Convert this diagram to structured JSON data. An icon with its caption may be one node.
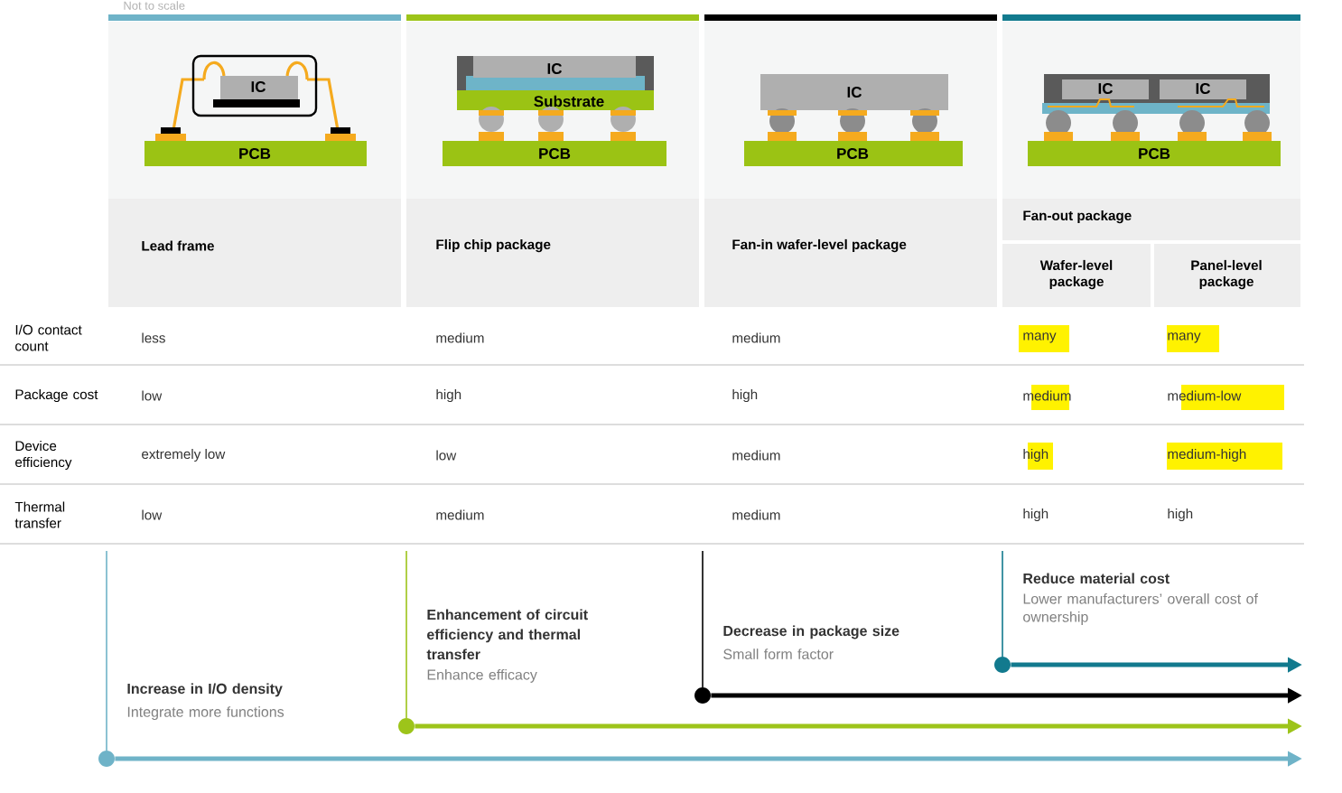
{
  "diagram": {
    "nodes": [
      {
        "text": [],
        "shape": "circle",
        "beside": [
          "**Increase in I/O density**",
          "Integrate more functions"
        ]
      },
      {
        "text": [],
        "shape": "circle",
        "beside": [
          "**Enhancement of circuit efficiency and thermal transfer**",
          "Enhance efficacy"
        ]
      },
      {
        "text": [],
        "shape": "circle",
        "beside": [
          "**Decrease in package size**",
          "Small form factor"
        ]
      },
      {
        "text": [],
        "shape": "circle",
        "beside": [
          "**Reduce material cost**",
          "Lower manufacturers’ overall cost of ownership"
        ]
      }
    ],
    "edges": [
      {
        "from": 0,
        "to": null,
        "arrow": "to",
        "color": "#6fb3c8"
      },
      {
        "from": 1,
        "to": null,
        "arrow": "to",
        "color": "#9dc41a"
      },
      {
        "from": 2,
        "to": null,
        "arrow": "to",
        "color": "#000000"
      },
      {
        "from": 3,
        "to": null,
        "arrow": "to",
        "color": "#127a8e"
      }
    ],
    "labels": [
      "Not to scale",
      "IC",
      "PCB",
      "IC",
      "Substrate",
      "PCB",
      "IC",
      "PCB",
      "IC",
      "IC",
      "PCB",
      "Lead frame",
      "Flip chip package",
      "Fan-in wafer-level package",
      "Fan-out package",
      "Wafer-level package",
      "Panel-level package",
      "I/O contact count",
      "less",
      "medium",
      "medium",
      "many",
      "many",
      "Package cost",
      "low",
      "high",
      "high",
      "medium",
      "medium-low",
      "Device efficiency",
      "extremely low",
      "low",
      "medium",
      "high",
      "medium-high",
      "Thermal transfer",
      "low",
      "medium",
      "medium",
      "high",
      "high"
    ]
  }
}
